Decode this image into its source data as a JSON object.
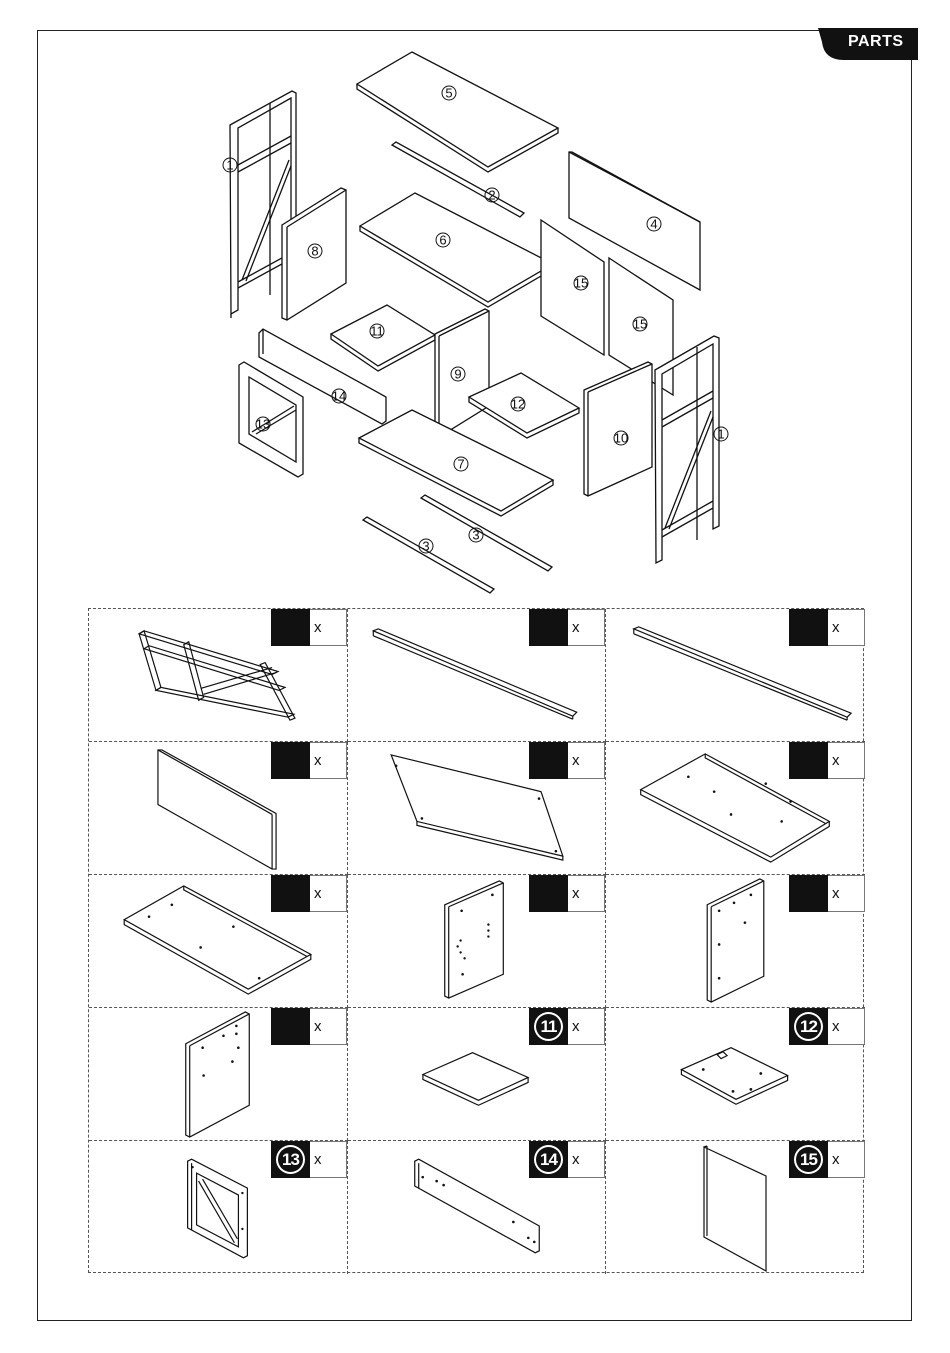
{
  "header": {
    "tab_label": "PARTS"
  },
  "exploded_labels": [
    "5",
    "2",
    "4",
    "1",
    "8",
    "6",
    "15",
    "15",
    "11",
    "9",
    "12",
    "14",
    "13",
    "10",
    "1",
    "7",
    "3",
    "3"
  ],
  "parts": [
    {
      "number": "",
      "qty_label": "x",
      "icon": "side-frame-icon"
    },
    {
      "number": "",
      "qty_label": "x",
      "icon": "rail-icon"
    },
    {
      "number": "",
      "qty_label": "x",
      "icon": "rail-icon"
    },
    {
      "number": "",
      "qty_label": "x",
      "icon": "back-panel-icon"
    },
    {
      "number": "",
      "qty_label": "x",
      "icon": "top-panel-icon"
    },
    {
      "number": "",
      "qty_label": "x",
      "icon": "shelf-panel-icon"
    },
    {
      "number": "",
      "qty_label": "x",
      "icon": "bottom-panel-icon"
    },
    {
      "number": "",
      "qty_label": "x",
      "icon": "side-panel-icon"
    },
    {
      "number": "",
      "qty_label": "x",
      "icon": "divider-panel-icon"
    },
    {
      "number": "",
      "qty_label": "x",
      "icon": "end-panel-icon"
    },
    {
      "number": "11",
      "qty_label": "x",
      "icon": "small-shelf-icon"
    },
    {
      "number": "12",
      "qty_label": "x",
      "icon": "small-shelf-icon"
    },
    {
      "number": "13",
      "qty_label": "x",
      "icon": "door-frame-icon"
    },
    {
      "number": "14",
      "qty_label": "x",
      "icon": "front-rail-icon"
    },
    {
      "number": "15",
      "qty_label": "x",
      "icon": "thin-panel-icon"
    }
  ]
}
